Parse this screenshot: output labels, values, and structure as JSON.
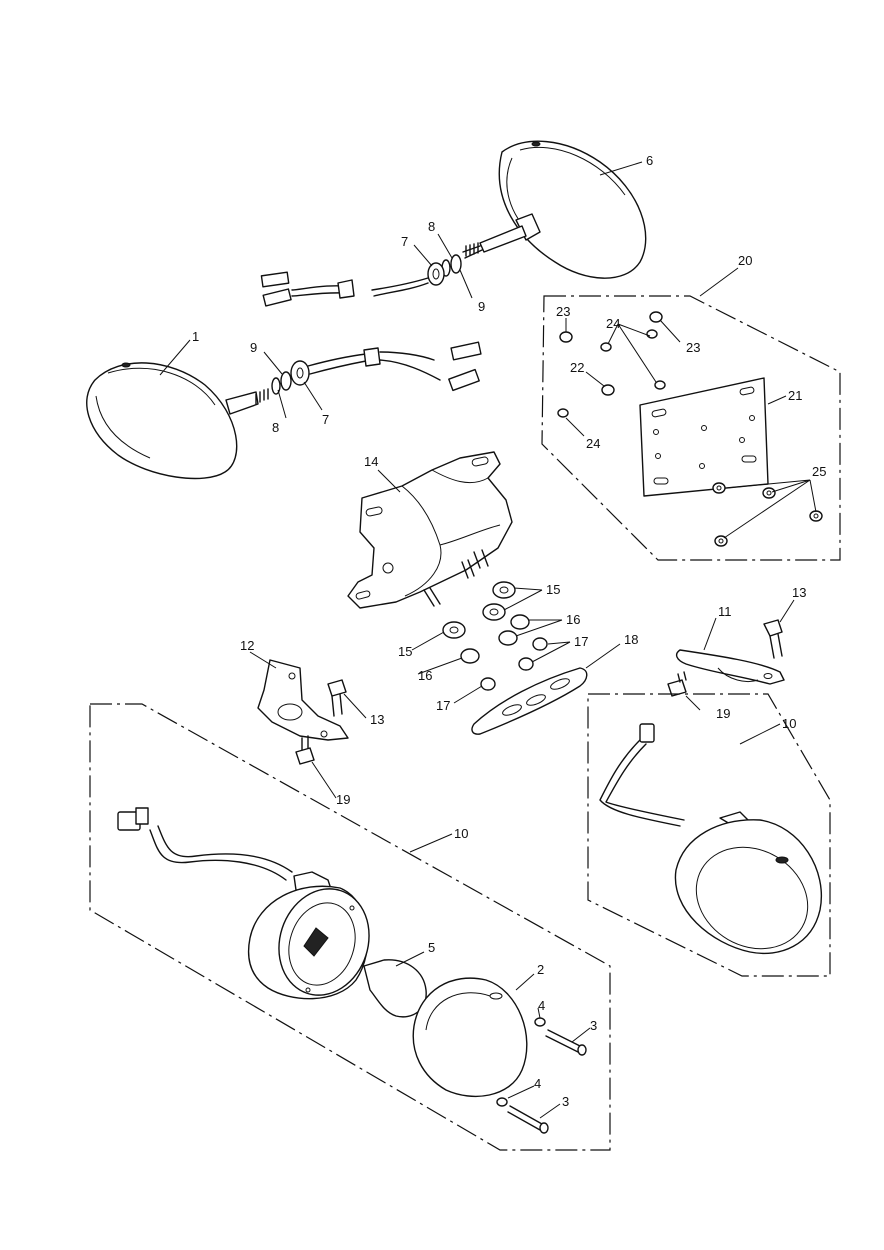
{
  "colors": {
    "line": "#111111",
    "background": "#ffffff"
  },
  "callouts": [
    {
      "id": "c1",
      "text": "1"
    },
    {
      "id": "c6",
      "text": "6"
    },
    {
      "id": "c7a",
      "text": "7"
    },
    {
      "id": "c8a",
      "text": "8"
    },
    {
      "id": "c9a",
      "text": "9"
    },
    {
      "id": "c9b",
      "text": "9"
    },
    {
      "id": "c8b",
      "text": "8"
    },
    {
      "id": "c7b",
      "text": "7"
    },
    {
      "id": "c20",
      "text": "20"
    },
    {
      "id": "c21",
      "text": "21"
    },
    {
      "id": "c22",
      "text": "22"
    },
    {
      "id": "c23a",
      "text": "23"
    },
    {
      "id": "c23b",
      "text": "23"
    },
    {
      "id": "c24a",
      "text": "24"
    },
    {
      "id": "c24b",
      "text": "24"
    },
    {
      "id": "c25",
      "text": "25"
    },
    {
      "id": "c14",
      "text": "14"
    },
    {
      "id": "c15a",
      "text": "15"
    },
    {
      "id": "c15b",
      "text": "15"
    },
    {
      "id": "c16a",
      "text": "16"
    },
    {
      "id": "c16b",
      "text": "16"
    },
    {
      "id": "c17a",
      "text": "17"
    },
    {
      "id": "c17b",
      "text": "17"
    },
    {
      "id": "c18",
      "text": "18"
    },
    {
      "id": "c11",
      "text": "11"
    },
    {
      "id": "c12",
      "text": "12"
    },
    {
      "id": "c13a",
      "text": "13"
    },
    {
      "id": "c13b",
      "text": "13"
    },
    {
      "id": "c19a",
      "text": "19"
    },
    {
      "id": "c19b",
      "text": "19"
    },
    {
      "id": "c10a",
      "text": "10"
    },
    {
      "id": "c10b",
      "text": "10"
    },
    {
      "id": "c2",
      "text": "2"
    },
    {
      "id": "c5",
      "text": "5"
    },
    {
      "id": "c3a",
      "text": "3"
    },
    {
      "id": "c3b",
      "text": "3"
    },
    {
      "id": "c4a",
      "text": "4"
    },
    {
      "id": "c4b",
      "text": "4"
    }
  ]
}
